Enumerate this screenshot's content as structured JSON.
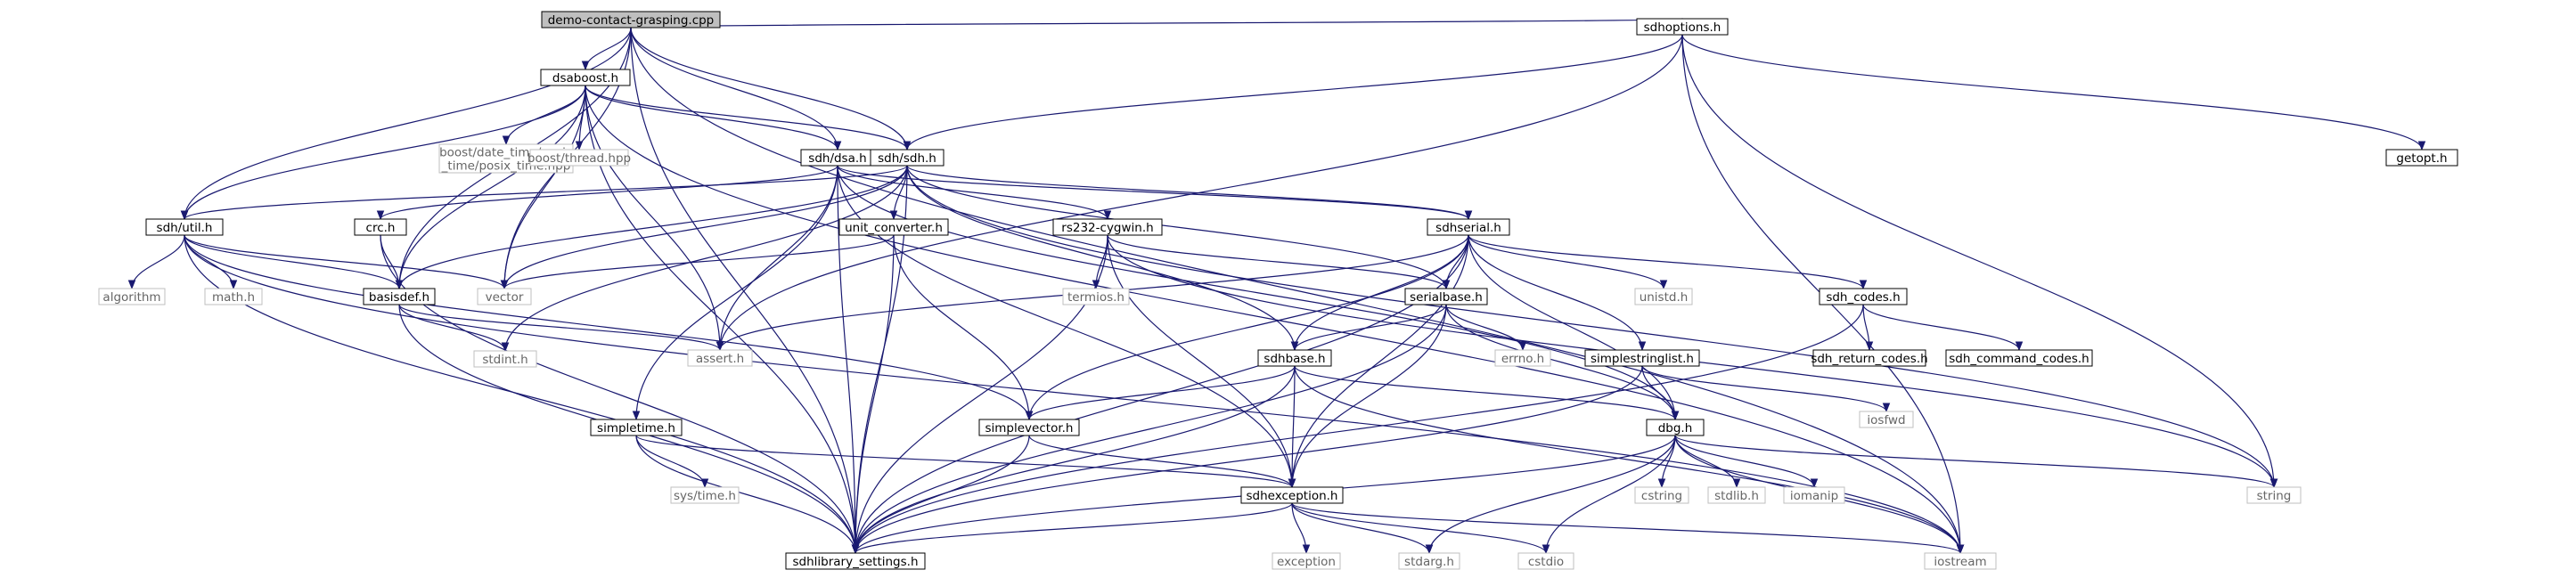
{
  "diagram": {
    "nodes": [
      {
        "id": "root",
        "label": "demo-contact-grasping.cpp",
        "kind": "root"
      },
      {
        "id": "dsaboost",
        "label": "dsaboost.h",
        "kind": "file"
      },
      {
        "id": "sdhoptions",
        "label": "sdhoptions.h",
        "kind": "file"
      },
      {
        "id": "bposix",
        "label": "boost/date_time/posix\n_time/posix_time.hpp",
        "kind": "system"
      },
      {
        "id": "bthread",
        "label": "boost/thread.hpp",
        "kind": "system"
      },
      {
        "id": "dsa",
        "label": "sdh/dsa.h",
        "kind": "file"
      },
      {
        "id": "sdh",
        "label": "sdh/sdh.h",
        "kind": "file"
      },
      {
        "id": "getopt",
        "label": "getopt.h",
        "kind": "file"
      },
      {
        "id": "util",
        "label": "sdh/util.h",
        "kind": "file"
      },
      {
        "id": "crc",
        "label": "crc.h",
        "kind": "file"
      },
      {
        "id": "unitconv",
        "label": "unit_converter.h",
        "kind": "file"
      },
      {
        "id": "rs232",
        "label": "rs232-cygwin.h",
        "kind": "file"
      },
      {
        "id": "sdhserial",
        "label": "sdhserial.h",
        "kind": "file"
      },
      {
        "id": "algorithm",
        "label": "algorithm",
        "kind": "system"
      },
      {
        "id": "mathh",
        "label": "math.h",
        "kind": "system"
      },
      {
        "id": "basisdef",
        "label": "basisdef.h",
        "kind": "file"
      },
      {
        "id": "vector",
        "label": "vector",
        "kind": "system"
      },
      {
        "id": "termios",
        "label": "termios.h",
        "kind": "system"
      },
      {
        "id": "serialbase",
        "label": "serialbase.h",
        "kind": "file"
      },
      {
        "id": "unistd",
        "label": "unistd.h",
        "kind": "system"
      },
      {
        "id": "sdhcodes",
        "label": "sdh_codes.h",
        "kind": "file"
      },
      {
        "id": "stdint",
        "label": "stdint.h",
        "kind": "system"
      },
      {
        "id": "assert",
        "label": "assert.h",
        "kind": "system"
      },
      {
        "id": "sdhbase",
        "label": "sdhbase.h",
        "kind": "file"
      },
      {
        "id": "errno",
        "label": "errno.h",
        "kind": "system"
      },
      {
        "id": "simplestringlist",
        "label": "simplestringlist.h",
        "kind": "file"
      },
      {
        "id": "sdhreturn",
        "label": "sdh_return_codes.h",
        "kind": "file"
      },
      {
        "id": "sdhcommand",
        "label": "sdh_command_codes.h",
        "kind": "file"
      },
      {
        "id": "iosfwd",
        "label": "iosfwd",
        "kind": "system"
      },
      {
        "id": "simpletime",
        "label": "simpletime.h",
        "kind": "file"
      },
      {
        "id": "simplevector",
        "label": "simplevector.h",
        "kind": "file"
      },
      {
        "id": "dbg",
        "label": "dbg.h",
        "kind": "file"
      },
      {
        "id": "systime",
        "label": "sys/time.h",
        "kind": "system"
      },
      {
        "id": "cstring",
        "label": "cstring",
        "kind": "system"
      },
      {
        "id": "stdlib",
        "label": "stdlib.h",
        "kind": "system"
      },
      {
        "id": "iomanip",
        "label": "iomanip",
        "kind": "system"
      },
      {
        "id": "string",
        "label": "string",
        "kind": "system"
      },
      {
        "id": "sdhexception",
        "label": "sdhexception.h",
        "kind": "file"
      },
      {
        "id": "exception",
        "label": "exception",
        "kind": "system"
      },
      {
        "id": "stdarg",
        "label": "stdarg.h",
        "kind": "system"
      },
      {
        "id": "cstdio",
        "label": "cstdio",
        "kind": "system"
      },
      {
        "id": "iostream",
        "label": "iostream",
        "kind": "system"
      },
      {
        "id": "sdhlib",
        "label": "sdhlibrary_settings.h",
        "kind": "file"
      }
    ],
    "edges": [
      [
        "root",
        "dsaboost"
      ],
      [
        "root",
        "sdhoptions"
      ],
      [
        "root",
        "dsa"
      ],
      [
        "root",
        "sdh"
      ],
      [
        "root",
        "util"
      ],
      [
        "root",
        "basisdef"
      ],
      [
        "root",
        "vector"
      ],
      [
        "root",
        "sdhlib"
      ],
      [
        "root",
        "iostream"
      ],
      [
        "dsaboost",
        "bposix"
      ],
      [
        "dsaboost",
        "bthread"
      ],
      [
        "dsaboost",
        "dsa"
      ],
      [
        "dsaboost",
        "sdh"
      ],
      [
        "dsaboost",
        "util"
      ],
      [
        "dsaboost",
        "basisdef"
      ],
      [
        "dsaboost",
        "vector"
      ],
      [
        "dsaboost",
        "assert"
      ],
      [
        "dsaboost",
        "sdhlib"
      ],
      [
        "dsaboost",
        "iostream"
      ],
      [
        "sdhoptions",
        "sdh"
      ],
      [
        "sdhoptions",
        "getopt"
      ],
      [
        "sdhoptions",
        "assert"
      ],
      [
        "sdhoptions",
        "string"
      ],
      [
        "sdhoptions",
        "iostream"
      ],
      [
        "dsa",
        "crc"
      ],
      [
        "dsa",
        "rs232"
      ],
      [
        "dsa",
        "simpletime"
      ],
      [
        "dsa",
        "assert"
      ],
      [
        "dsa",
        "sdhlib"
      ],
      [
        "dsa",
        "sdhexception"
      ],
      [
        "dsa",
        "sdhserial"
      ],
      [
        "dsa",
        "dbg"
      ],
      [
        "sdh",
        "unitconv"
      ],
      [
        "sdh",
        "sdhserial"
      ],
      [
        "sdh",
        "basisdef"
      ],
      [
        "sdh",
        "vector"
      ],
      [
        "sdh",
        "stdint"
      ],
      [
        "sdh",
        "sdhbase"
      ],
      [
        "sdh",
        "serialbase"
      ],
      [
        "sdh",
        "util"
      ],
      [
        "sdh",
        "sdhlib"
      ],
      [
        "sdh",
        "string"
      ],
      [
        "util",
        "algorithm"
      ],
      [
        "util",
        "mathh"
      ],
      [
        "util",
        "basisdef"
      ],
      [
        "util",
        "vector"
      ],
      [
        "util",
        "simplevector"
      ],
      [
        "util",
        "sdhlib"
      ],
      [
        "util",
        "iostream"
      ],
      [
        "crc",
        "basisdef"
      ],
      [
        "crc",
        "sdhlib"
      ],
      [
        "unitconv",
        "vector"
      ],
      [
        "unitconv",
        "simplevector"
      ],
      [
        "unitconv",
        "sdhlib"
      ],
      [
        "rs232",
        "termios"
      ],
      [
        "rs232",
        "serialbase"
      ],
      [
        "rs232",
        "sdhexception"
      ],
      [
        "rs232",
        "sdhlib"
      ],
      [
        "rs232",
        "string"
      ],
      [
        "sdhserial",
        "serialbase"
      ],
      [
        "sdhserial",
        "sdhbase"
      ],
      [
        "sdhserial",
        "unistd"
      ],
      [
        "sdhserial",
        "sdhcodes"
      ],
      [
        "sdhserial",
        "simplestringlist"
      ],
      [
        "sdhserial",
        "dbg"
      ],
      [
        "sdhserial",
        "simplevector"
      ],
      [
        "sdhserial",
        "assert"
      ],
      [
        "sdhserial",
        "sdhexception"
      ],
      [
        "sdhserial",
        "sdhlib"
      ],
      [
        "basisdef",
        "stdint"
      ],
      [
        "basisdef",
        "assert"
      ],
      [
        "basisdef",
        "sdhlib"
      ],
      [
        "serialbase",
        "errno"
      ],
      [
        "serialbase",
        "sdhbase"
      ],
      [
        "serialbase",
        "dbg"
      ],
      [
        "serialbase",
        "sdhexception"
      ],
      [
        "serialbase",
        "sdhlib"
      ],
      [
        "sdhcodes",
        "sdhreturn"
      ],
      [
        "sdhcodes",
        "sdhcommand"
      ],
      [
        "sdhcodes",
        "sdhlib"
      ],
      [
        "sdhbase",
        "simplevector"
      ],
      [
        "sdhbase",
        "dbg"
      ],
      [
        "sdhbase",
        "sdhexception"
      ],
      [
        "sdhbase",
        "sdhlib"
      ],
      [
        "sdhbase",
        "iostream"
      ],
      [
        "simplestringlist",
        "dbg"
      ],
      [
        "simplestringlist",
        "iosfwd"
      ],
      [
        "simplestringlist",
        "sdhlib"
      ],
      [
        "simpletime",
        "systime"
      ],
      [
        "simpletime",
        "sdhexception"
      ],
      [
        "simpletime",
        "sdhlib"
      ],
      [
        "simplevector",
        "sdhexception"
      ],
      [
        "simplevector",
        "sdhlib"
      ],
      [
        "dbg",
        "cstring"
      ],
      [
        "dbg",
        "stdlib"
      ],
      [
        "dbg",
        "iomanip"
      ],
      [
        "dbg",
        "string"
      ],
      [
        "dbg",
        "iostream"
      ],
      [
        "dbg",
        "stdarg"
      ],
      [
        "dbg",
        "cstdio"
      ],
      [
        "dbg",
        "sdhlib"
      ],
      [
        "sdhexception",
        "exception"
      ],
      [
        "sdhexception",
        "stdarg"
      ],
      [
        "sdhexception",
        "cstdio"
      ],
      [
        "sdhexception",
        "sdhlib"
      ],
      [
        "sdhexception",
        "iostream"
      ]
    ]
  }
}
